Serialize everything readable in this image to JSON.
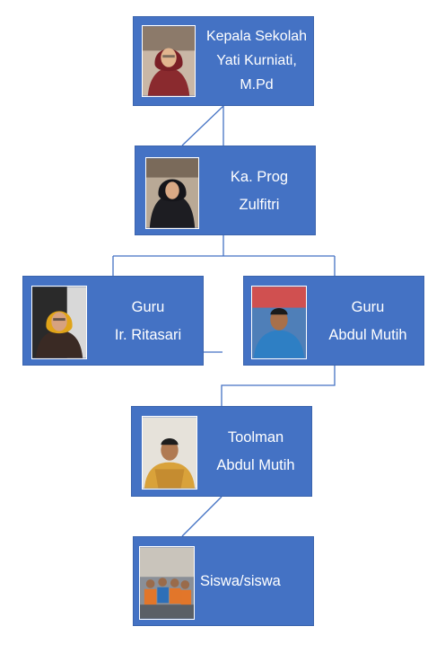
{
  "nodes": {
    "kepala_sekolah": {
      "role": "Kepala Sekolah",
      "name": "Yati Kurniati,",
      "name2": "M.Pd"
    },
    "ka_prog": {
      "role": "Ka. Prog",
      "name": "Zulfitri"
    },
    "guru_1": {
      "role": "Guru",
      "name": "Ir. Ritasari"
    },
    "guru_2": {
      "role": "Guru",
      "name": "Abdul Mutih"
    },
    "toolman": {
      "role": "Toolman",
      "name": "Abdul Mutih"
    },
    "siswa": {
      "role": "Siswa/siswa"
    }
  },
  "colors": {
    "box_fill": "#4472c4",
    "connector": "#4472c4",
    "text": "#ffffff"
  },
  "icons": [
    "person-photo-icon",
    "group-photo-icon"
  ]
}
